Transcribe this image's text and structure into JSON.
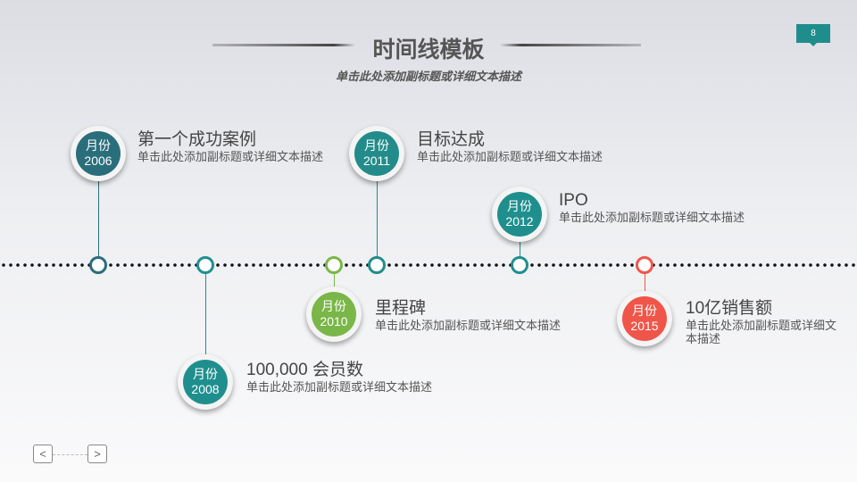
{
  "header": {
    "title": "时间线模板",
    "subtitle": "单击此处添加副标题或详细文本描述",
    "page_number": "8"
  },
  "events": [
    {
      "month": "月份",
      "year": "2006",
      "title": "第一个成功案例",
      "desc": "单击此处添加副标题或详细文本描述",
      "color": "#2a6e7b"
    },
    {
      "month": "月份",
      "year": "2008",
      "title": "100,000 会员数",
      "desc": "单击此处添加副标题或详细文本描述",
      "color": "#1f8f8e"
    },
    {
      "month": "月份",
      "year": "2010",
      "title": "里程碑",
      "desc": "单击此处添加副标题或详细文本描述",
      "color": "#7ab648"
    },
    {
      "month": "月份",
      "year": "2011",
      "title": "目标达成",
      "desc": "单击此处添加副标题或详细文本描述",
      "color": "#238c8b"
    },
    {
      "month": "月份",
      "year": "2012",
      "title": "IPO",
      "desc": "单击此处添加副标题或详细文本描述",
      "color": "#1f8f8e"
    },
    {
      "month": "月份",
      "year": "2015",
      "title": "10亿销售额",
      "desc": "单击此处添加副标题或详细文本描述",
      "color": "#f0554a"
    }
  ],
  "nav": {
    "prev": "<",
    "next": ">"
  }
}
